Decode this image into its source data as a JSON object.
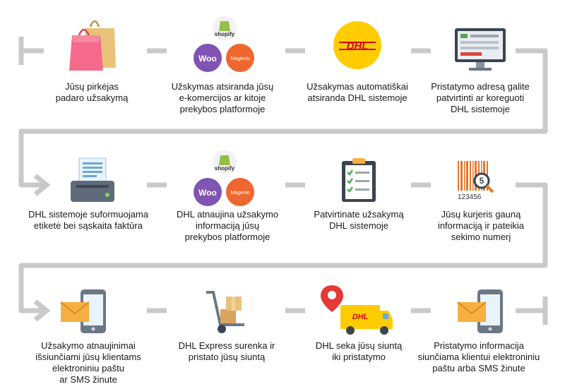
{
  "steps": [
    {
      "label": "Jūsų pirkėjas\npadaro užsakymą",
      "icon": "shopping-bags-icon"
    },
    {
      "label": "Užskymas atsiranda jūsų\ne-komercijos ar kitoje\nprekybos platformoje",
      "icon": "ecommerce-platforms-icon"
    },
    {
      "label": "Užsakymas automatiškai\natsiranda DHL sistemoje",
      "icon": "dhl-logo-icon"
    },
    {
      "label": "Pristatymo adresą galite\npatvirtinti ar koreguoti\nDHL sistemoje",
      "icon": "monitor-form-icon"
    },
    {
      "label": "DHL sistemoje suformuojama\netiketė bei sąskaita faktūra",
      "icon": "label-printer-icon"
    },
    {
      "label": "DHL atnaujina užsakymo\ninformaciją jūsų\nprekybos platformoje",
      "icon": "ecommerce-platforms-icon"
    },
    {
      "label": "Patvirtinate užsakymą\nDHL sistemoje",
      "icon": "clipboard-checklist-icon"
    },
    {
      "label": "Jūsų kurjeris gauną\ninformaciją ir pateikia\nsekimo numerį",
      "icon": "barcode-tracking-icon"
    },
    {
      "label": "Užsakymo atnaujinimai\nišsiunčiami jūsų klientams\nelektroniniu paštu\nar SMS žinute",
      "icon": "phone-email-icon"
    },
    {
      "label": "DHL Express surenka ir\npristato jūsų siuntą",
      "icon": "hand-truck-icon"
    },
    {
      "label": "DHL seka jūsų siuntą\niki pristatymo",
      "icon": "delivery-van-icon"
    },
    {
      "label": "Pristatymo informacija\nsiunčiama klientui elektroniniu\npaštu arba SMS žinute",
      "icon": "phone-email-icon"
    }
  ],
  "logos": {
    "shopify": "shopify",
    "woo": "Woo",
    "magento": "Magento",
    "dhl": "DHL",
    "barcode_digits": "123456",
    "barcode_badge": "5"
  },
  "colors": {
    "connector": "#c9c9c9",
    "dhl_yellow": "#ffcc00",
    "dhl_red": "#d40511",
    "woo_purple": "#7f54b3",
    "magento_orange": "#ee672f",
    "shopify_green": "#95bf47",
    "bag_pink": "#f56a8a",
    "bag_tan": "#e9c27a",
    "envelope": "#f5b041",
    "phone": "#6b7785"
  }
}
